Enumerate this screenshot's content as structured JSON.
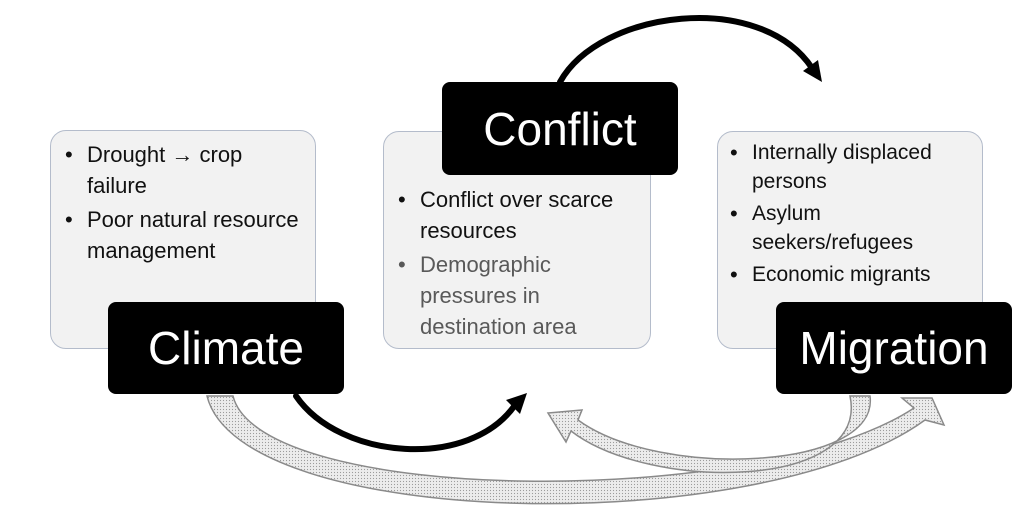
{
  "climate": {
    "label": "Climate",
    "bullets": [
      "Drought → crop failure",
      "Poor natural resource management"
    ]
  },
  "conflict": {
    "label": "Conflict",
    "bullets": [
      "Conflict over scarce resources",
      "Demographic pressures in destination area"
    ]
  },
  "migration": {
    "label": "Migration",
    "bullets": [
      "Internally displaced persons",
      "Asylum seekers/refugees",
      "Economic migrants"
    ]
  },
  "arrow_styles": {
    "solid": "#000000",
    "hatched_fill": "#dcdcdc",
    "hatched_outline": "#8a8a8a"
  }
}
